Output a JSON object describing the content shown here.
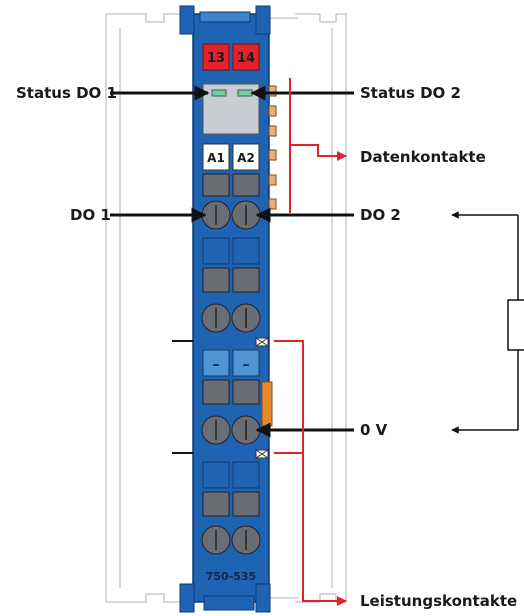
{
  "module": {
    "part_number": "750-535",
    "channel_numbers": [
      "13",
      "14"
    ],
    "channel_labels": [
      "A1",
      "A2"
    ],
    "potential_markers": [
      "–",
      "–"
    ]
  },
  "labels": {
    "status_do1": "Status DO 1",
    "status_do2": "Status DO 2",
    "datenkontakte": "Datenkontakte",
    "do1": "DO 1",
    "do2": "DO 2",
    "zero_v": "0 V",
    "leistungskontakte": "Leistungskontakte"
  },
  "colors": {
    "module_blue": "#1f63b3",
    "module_blue_light": "#4f95d3",
    "indicator_red": "#e3222b",
    "callout_red": "#e3222b",
    "arrow_black": "#111111",
    "contact_orange": "#e88a2c"
  }
}
